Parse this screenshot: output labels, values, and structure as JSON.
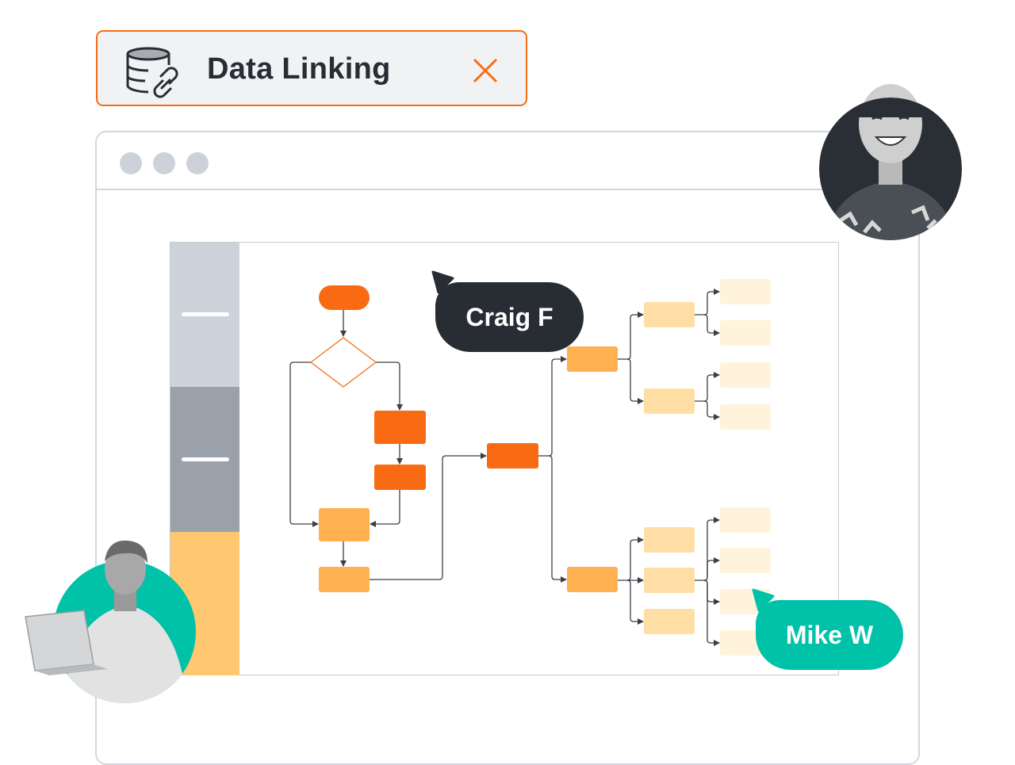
{
  "panel": {
    "title": "Data Linking",
    "icon": "database-link-icon",
    "close_icon": "close-icon"
  },
  "window": {
    "controls": [
      "dot",
      "dot",
      "dot"
    ]
  },
  "collaborators": [
    {
      "name": "Craig F",
      "color": "#282C33"
    },
    {
      "name": "Mike W",
      "color": "#00C2A8"
    }
  ],
  "colors": {
    "accent": "#F96B13",
    "dark_orange": "#F96B13",
    "mid_orange": "#FFB050",
    "light_orange": "#FFDEA6",
    "pale_orange": "#FFF3DC",
    "teal": "#00C2A8"
  }
}
